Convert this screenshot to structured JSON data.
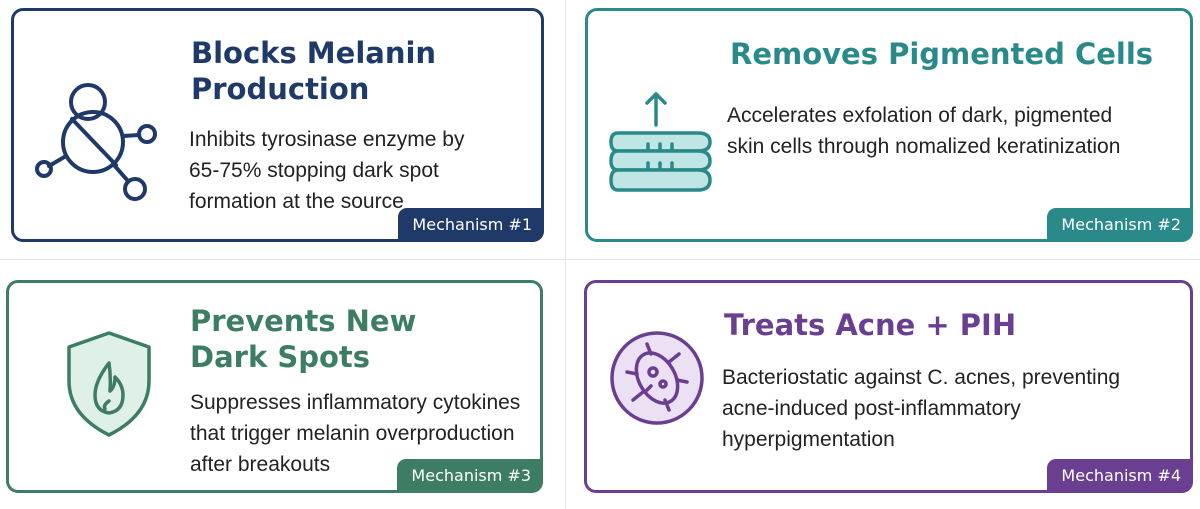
{
  "colors": {
    "navy": "#1f3a68",
    "teal": "#2a8a8a",
    "green": "#3c7d63",
    "purple": "#6a3f92"
  },
  "cards": [
    {
      "title": "Blocks Melanin\nProduction",
      "description": "Inhibits tyrosinase enzyme by\n65-75% stopping dark spot\nformation at the source",
      "badge": "Mechanism #1",
      "icon": "molecule-icon"
    },
    {
      "title": "Removes Pigmented Cells",
      "description": "Accelerates exfolation of dark, pigmented\nskin cells through nomalized keratinization",
      "badge": "Mechanism #2",
      "icon": "skin-layers-icon"
    },
    {
      "title": "Prevents New\nDark Spots",
      "description": "Suppresses inflammatory cytokines\nthat trigger melanin overproduction\nafter breakouts",
      "badge": "Mechanism #3",
      "icon": "shield-flame-icon"
    },
    {
      "title": "Treats Acne + PIH",
      "description": "Bacteriostatic against C. acnes, preventing\nacne-induced post-inflammatory\nhyperpigmentation",
      "badge": "Mechanism #4",
      "icon": "bacteria-icon"
    }
  ]
}
